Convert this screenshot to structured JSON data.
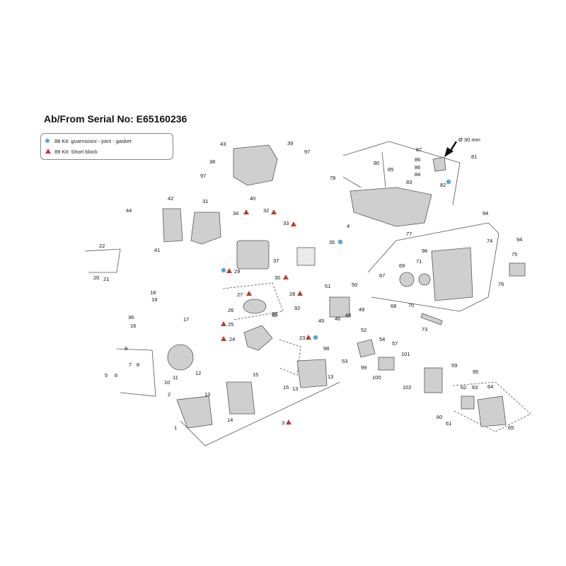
{
  "header": {
    "title": "Ab/From Serial No: E65160236"
  },
  "legend": {
    "gasket_kit": "88 Kit: guarnizioni - joint - gasket",
    "short_block_kit": "89 Kit: Short block"
  },
  "dimension_label": "Ø 30 mm",
  "colors": {
    "gasket_marker": "#56a6d8",
    "short_block_marker": "#c0392b",
    "line": "#555555",
    "part": "#9a9a9a"
  },
  "part_numbers": [
    "1",
    "2",
    "3",
    "4",
    "5",
    "6",
    "7",
    "8",
    "9",
    "10",
    "11",
    "12",
    "13",
    "13",
    "13",
    "14",
    "15",
    "15",
    "16",
    "17",
    "18",
    "19",
    "20",
    "21",
    "22",
    "23",
    "24",
    "25",
    "26",
    "26",
    "27",
    "28",
    "29",
    "30",
    "30",
    "31",
    "32",
    "33",
    "34",
    "35",
    "36",
    "37",
    "38",
    "39",
    "40",
    "41",
    "42",
    "43",
    "44",
    "45",
    "46",
    "48",
    "49",
    "50",
    "51",
    "52",
    "53",
    "54",
    "57",
    "59",
    "60",
    "61",
    "62",
    "63",
    "64",
    "65",
    "67",
    "68",
    "69",
    "70",
    "71",
    "73",
    "74",
    "75",
    "76",
    "77",
    "78",
    "80",
    "81",
    "82",
    "83",
    "84",
    "85",
    "86",
    "86",
    "87",
    "92",
    "94",
    "94",
    "95",
    "96",
    "97",
    "97",
    "98",
    "99",
    "100",
    "101",
    "102"
  ]
}
